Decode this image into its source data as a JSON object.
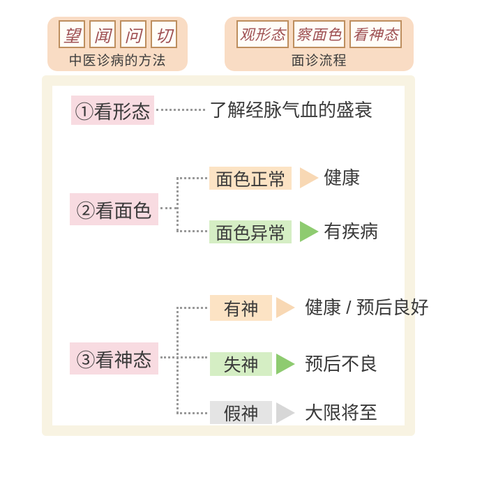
{
  "header": {
    "left": {
      "chars": [
        "望",
        "闻",
        "问",
        "切"
      ],
      "label": "中医诊病的方法"
    },
    "right": {
      "chars": [
        "观形态",
        "察面色",
        "看神态"
      ],
      "label": "面诊流程"
    }
  },
  "diagram": {
    "sections": [
      {
        "title": "①看形态",
        "branches": [
          {
            "label": "",
            "arrow": "none",
            "result": "了解经脉气血的盛衰"
          }
        ]
      },
      {
        "title": "②看面色",
        "branches": [
          {
            "label": "面色正常",
            "arrow": "peach",
            "result": "健康"
          },
          {
            "label": "面色异常",
            "arrow": "green",
            "result": "有疾病"
          }
        ]
      },
      {
        "title": "③看神态",
        "branches": [
          {
            "label": "有神",
            "arrow": "peach",
            "result": "健康 / 预后良好"
          },
          {
            "label": "失神",
            "arrow": "green",
            "result": "预后不良"
          },
          {
            "label": "假神",
            "arrow": "gray",
            "result": "大限将至"
          }
        ]
      }
    ]
  },
  "colors": {
    "header_panel_bg": "#f9dcc4",
    "header_item_bg": "#fffdf8",
    "header_item_border": "#bd8e5e",
    "calligraphy_text": "#9e4f52",
    "outer_panel_bg": "#f8f3e2",
    "inner_panel_bg": "#ffffff",
    "pink_box_bg": "#f8dbe1",
    "peach_box_bg": "#fce3c4",
    "green_box_bg": "#d5eec4",
    "gray_box_bg": "#e4e4e4",
    "triangle_peach": "#f8d8b4",
    "triangle_green": "#8ecb70",
    "triangle_gray": "#d7d7d7",
    "text_dark": "#3a3a3a",
    "dots": "#999999"
  }
}
